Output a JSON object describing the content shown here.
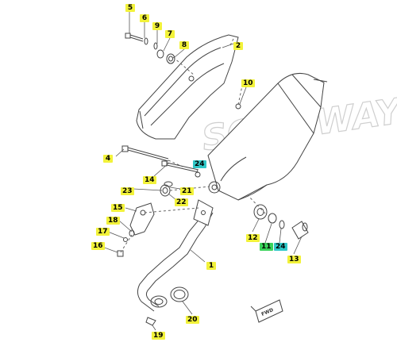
{
  "watermark": "SOFT WAY",
  "fwd_label": "FWD",
  "colors": {
    "yellow": "#f2f23a",
    "green": "#39d35a",
    "teal": "#2fc7c7",
    "line": "#444444"
  },
  "callouts": [
    {
      "id": "5",
      "color": "yellow"
    },
    {
      "id": "6",
      "color": "yellow"
    },
    {
      "id": "9",
      "color": "yellow"
    },
    {
      "id": "7",
      "color": "yellow"
    },
    {
      "id": "8",
      "color": "yellow"
    },
    {
      "id": "2",
      "color": "yellow"
    },
    {
      "id": "10",
      "color": "yellow"
    },
    {
      "id": "4",
      "color": "yellow"
    },
    {
      "id": "24",
      "color": "teal"
    },
    {
      "id": "14",
      "color": "yellow"
    },
    {
      "id": "23",
      "color": "yellow"
    },
    {
      "id": "21",
      "color": "yellow"
    },
    {
      "id": "22",
      "color": "yellow"
    },
    {
      "id": "15",
      "color": "yellow"
    },
    {
      "id": "18",
      "color": "yellow"
    },
    {
      "id": "17",
      "color": "yellow"
    },
    {
      "id": "16",
      "color": "yellow"
    },
    {
      "id": "12",
      "color": "yellow"
    },
    {
      "id": "11",
      "color": "green"
    },
    {
      "id": "24",
      "color": "teal"
    },
    {
      "id": "13",
      "color": "yellow"
    },
    {
      "id": "1",
      "color": "yellow"
    },
    {
      "id": "20",
      "color": "yellow"
    },
    {
      "id": "19",
      "color": "yellow"
    }
  ]
}
